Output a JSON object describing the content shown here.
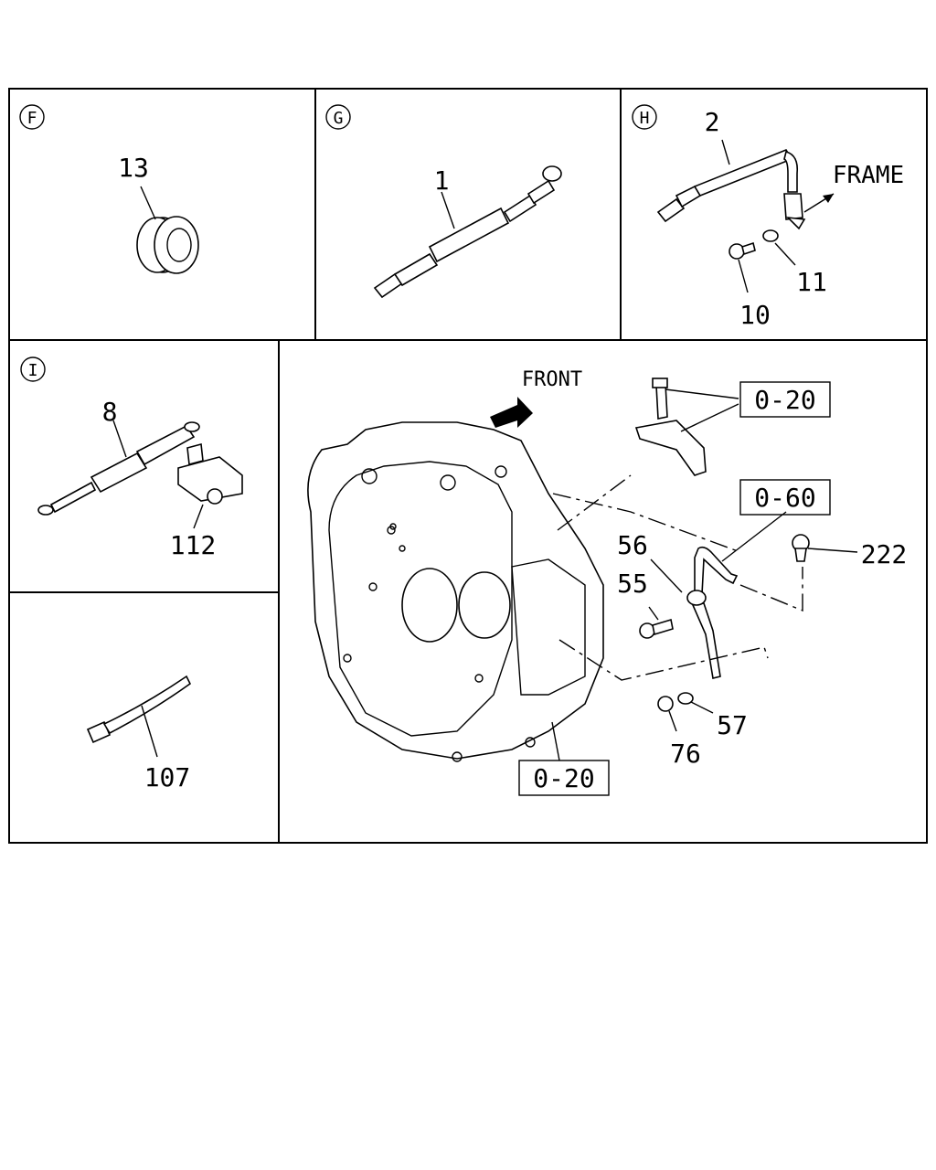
{
  "panels": {
    "F": {
      "letter": "F",
      "callouts": [
        "13"
      ]
    },
    "G": {
      "letter": "G",
      "callouts": [
        "1"
      ]
    },
    "H": {
      "letter": "H",
      "callouts": [
        "2",
        "11",
        "10"
      ],
      "annotation": "FRAME"
    },
    "I": {
      "letter": "I",
      "callouts": [
        "8",
        "112"
      ]
    },
    "tie": {
      "callouts": [
        "107"
      ]
    },
    "main": {
      "front_label": "FRONT",
      "callouts": [
        "56",
        "55",
        "222",
        "57",
        "76"
      ],
      "refs": [
        "0-20",
        "0-60",
        "0-20"
      ]
    }
  }
}
